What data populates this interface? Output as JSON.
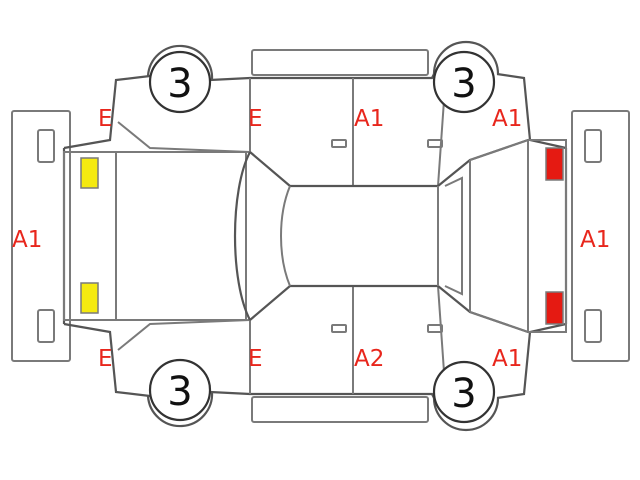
{
  "colors": {
    "line": "#7a7a7a",
    "label": "#e8261c",
    "marker_front": "#f5ea10",
    "marker_rear": "#e51a12",
    "tire_text": "#111111"
  },
  "tires": {
    "front_left": "3",
    "rear_left": "3",
    "front_right": "3",
    "rear_right": "3"
  },
  "labels": {
    "front_bumper": "A1",
    "rear_bumper": "A1",
    "top_front_fender": "E",
    "top_front_door": "E",
    "top_rear_door": "A1",
    "top_rear_fender": "A1",
    "bottom_front_fender": "E",
    "bottom_front_door": "E",
    "bottom_rear_door": "A2",
    "bottom_rear_fender": "A1"
  },
  "markers": {
    "front_lamp_top": "yellow",
    "front_lamp_bottom": "yellow",
    "rear_lamp_top": "red",
    "rear_lamp_bottom": "red"
  }
}
